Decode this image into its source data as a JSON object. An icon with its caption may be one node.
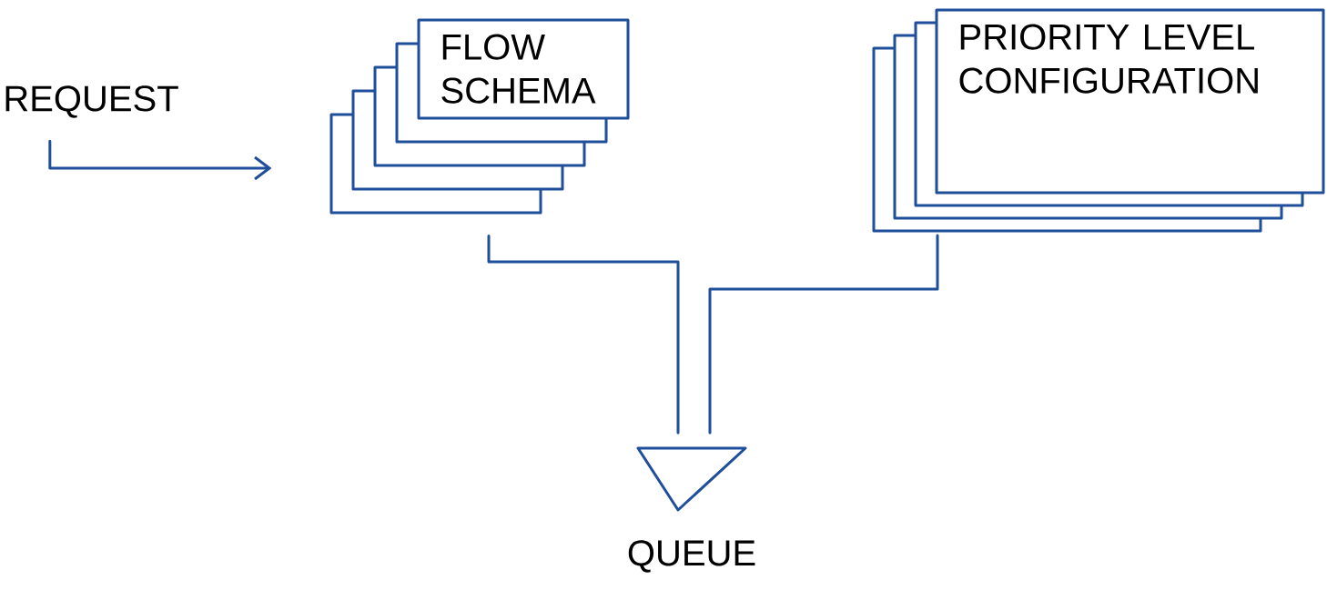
{
  "diagram": {
    "nodes": [
      {
        "text": [
          "REQUEST"
        ]
      },
      {
        "text": [
          "FLOW SCHEMA"
        ]
      },
      {
        "text": [
          "PRIORITY LEVEL CONFIGURATION"
        ]
      },
      {
        "text": [
          "QUEUE"
        ]
      }
    ],
    "edges": [
      {
        "from": 0,
        "to": 1,
        "arrow": "to"
      },
      {
        "from": 1,
        "to": 3,
        "arrow": "none"
      },
      {
        "from": 2,
        "to": 3,
        "arrow": "none"
      }
    ]
  }
}
